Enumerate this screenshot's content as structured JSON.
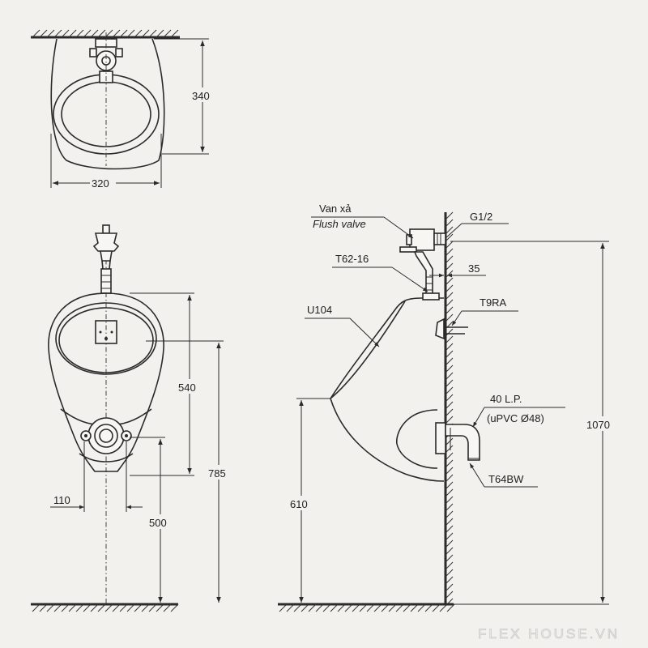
{
  "dimensions": {
    "top_depth": "340",
    "top_width": "320",
    "front_bowl_height": "540",
    "front_total_height": "785",
    "front_outlet_offset": "110",
    "front_outlet_height": "500",
    "side_rim_height": "610",
    "side_valve_height": "1070",
    "side_pipe_offset": "35"
  },
  "labels": {
    "flush_valve_vi": "Van xả",
    "flush_valve_en": "Flush valve",
    "thread": "G1/2",
    "spreader": "T62-16",
    "urinal_model": "U104",
    "hanger": "T9RA",
    "drain_line1": "40 L.P.",
    "drain_line2": "(uPVC Ø48)",
    "trap": "T64BW"
  },
  "watermark": "FLEX HOUSE.VN",
  "colors": {
    "line": "#2a2a2a",
    "background": "#f2f1ee"
  }
}
